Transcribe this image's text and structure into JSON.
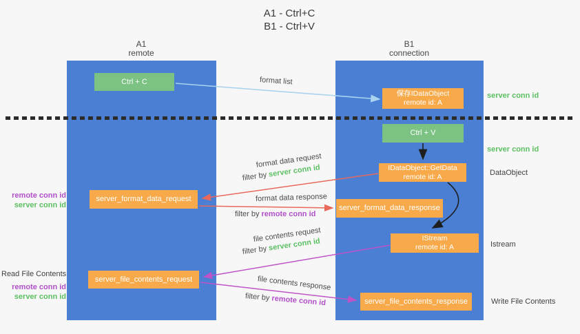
{
  "title": {
    "line1": "A1 - Ctrl+C",
    "line2": "B1 - Ctrl+V"
  },
  "lanes": {
    "a": {
      "title": "A1",
      "subtitle": "remote"
    },
    "b": {
      "title": "B1",
      "subtitle": "connection"
    }
  },
  "nodes": {
    "ctrl_c": {
      "label": "Ctrl + C"
    },
    "ctrl_v": {
      "label": "Ctrl + V"
    },
    "save_idataobject": {
      "line1": "保存IDataObject",
      "line2": "remote id: A"
    },
    "getdata": {
      "line1": "IDataObject::GetData",
      "line2": "remote id: A"
    },
    "istream": {
      "line1": "IStream",
      "line2": "remote id: A"
    },
    "format_data_request": {
      "label": "server_format_data_request"
    },
    "format_data_response": {
      "label": "server_format_data_response"
    },
    "file_contents_request": {
      "label": "server_file_contents_request"
    },
    "file_contents_response": {
      "label": "server_file_contents_response"
    }
  },
  "edge_labels": {
    "format_list": "format list",
    "format_data_request": "format data request",
    "format_data_response": "format data response",
    "file_contents_request": "file contents request",
    "file_contents_response": "file contents response",
    "filter_by": "filter by ",
    "server_conn_id": "server conn id",
    "remote_conn_id": "remote conn id"
  },
  "side_labels": {
    "right_server_conn_id_1": "server conn id",
    "right_server_conn_id_2": "server conn id",
    "dataobject": "DataObject",
    "istream": "Istream",
    "write_file_contents": "Write File Contents",
    "read_file_contents": "Read File Contents",
    "left_remote_conn_id_1": "remote conn id",
    "left_server_conn_id_1": "server conn id",
    "left_remote_conn_id_2": "remote conn id",
    "left_server_conn_id_2": "server conn id"
  },
  "colors": {
    "lane_blue": "#4a7fd3",
    "node_green": "#7cc383",
    "node_orange": "#f8aa4b",
    "arrow_light_blue": "#a9d3ee",
    "arrow_red": "#e8685c",
    "arrow_magenta": "#bf54c8",
    "arrow_black": "#1e1e1e",
    "label_green": "#5cbf62",
    "label_purple": "#b050c8"
  }
}
